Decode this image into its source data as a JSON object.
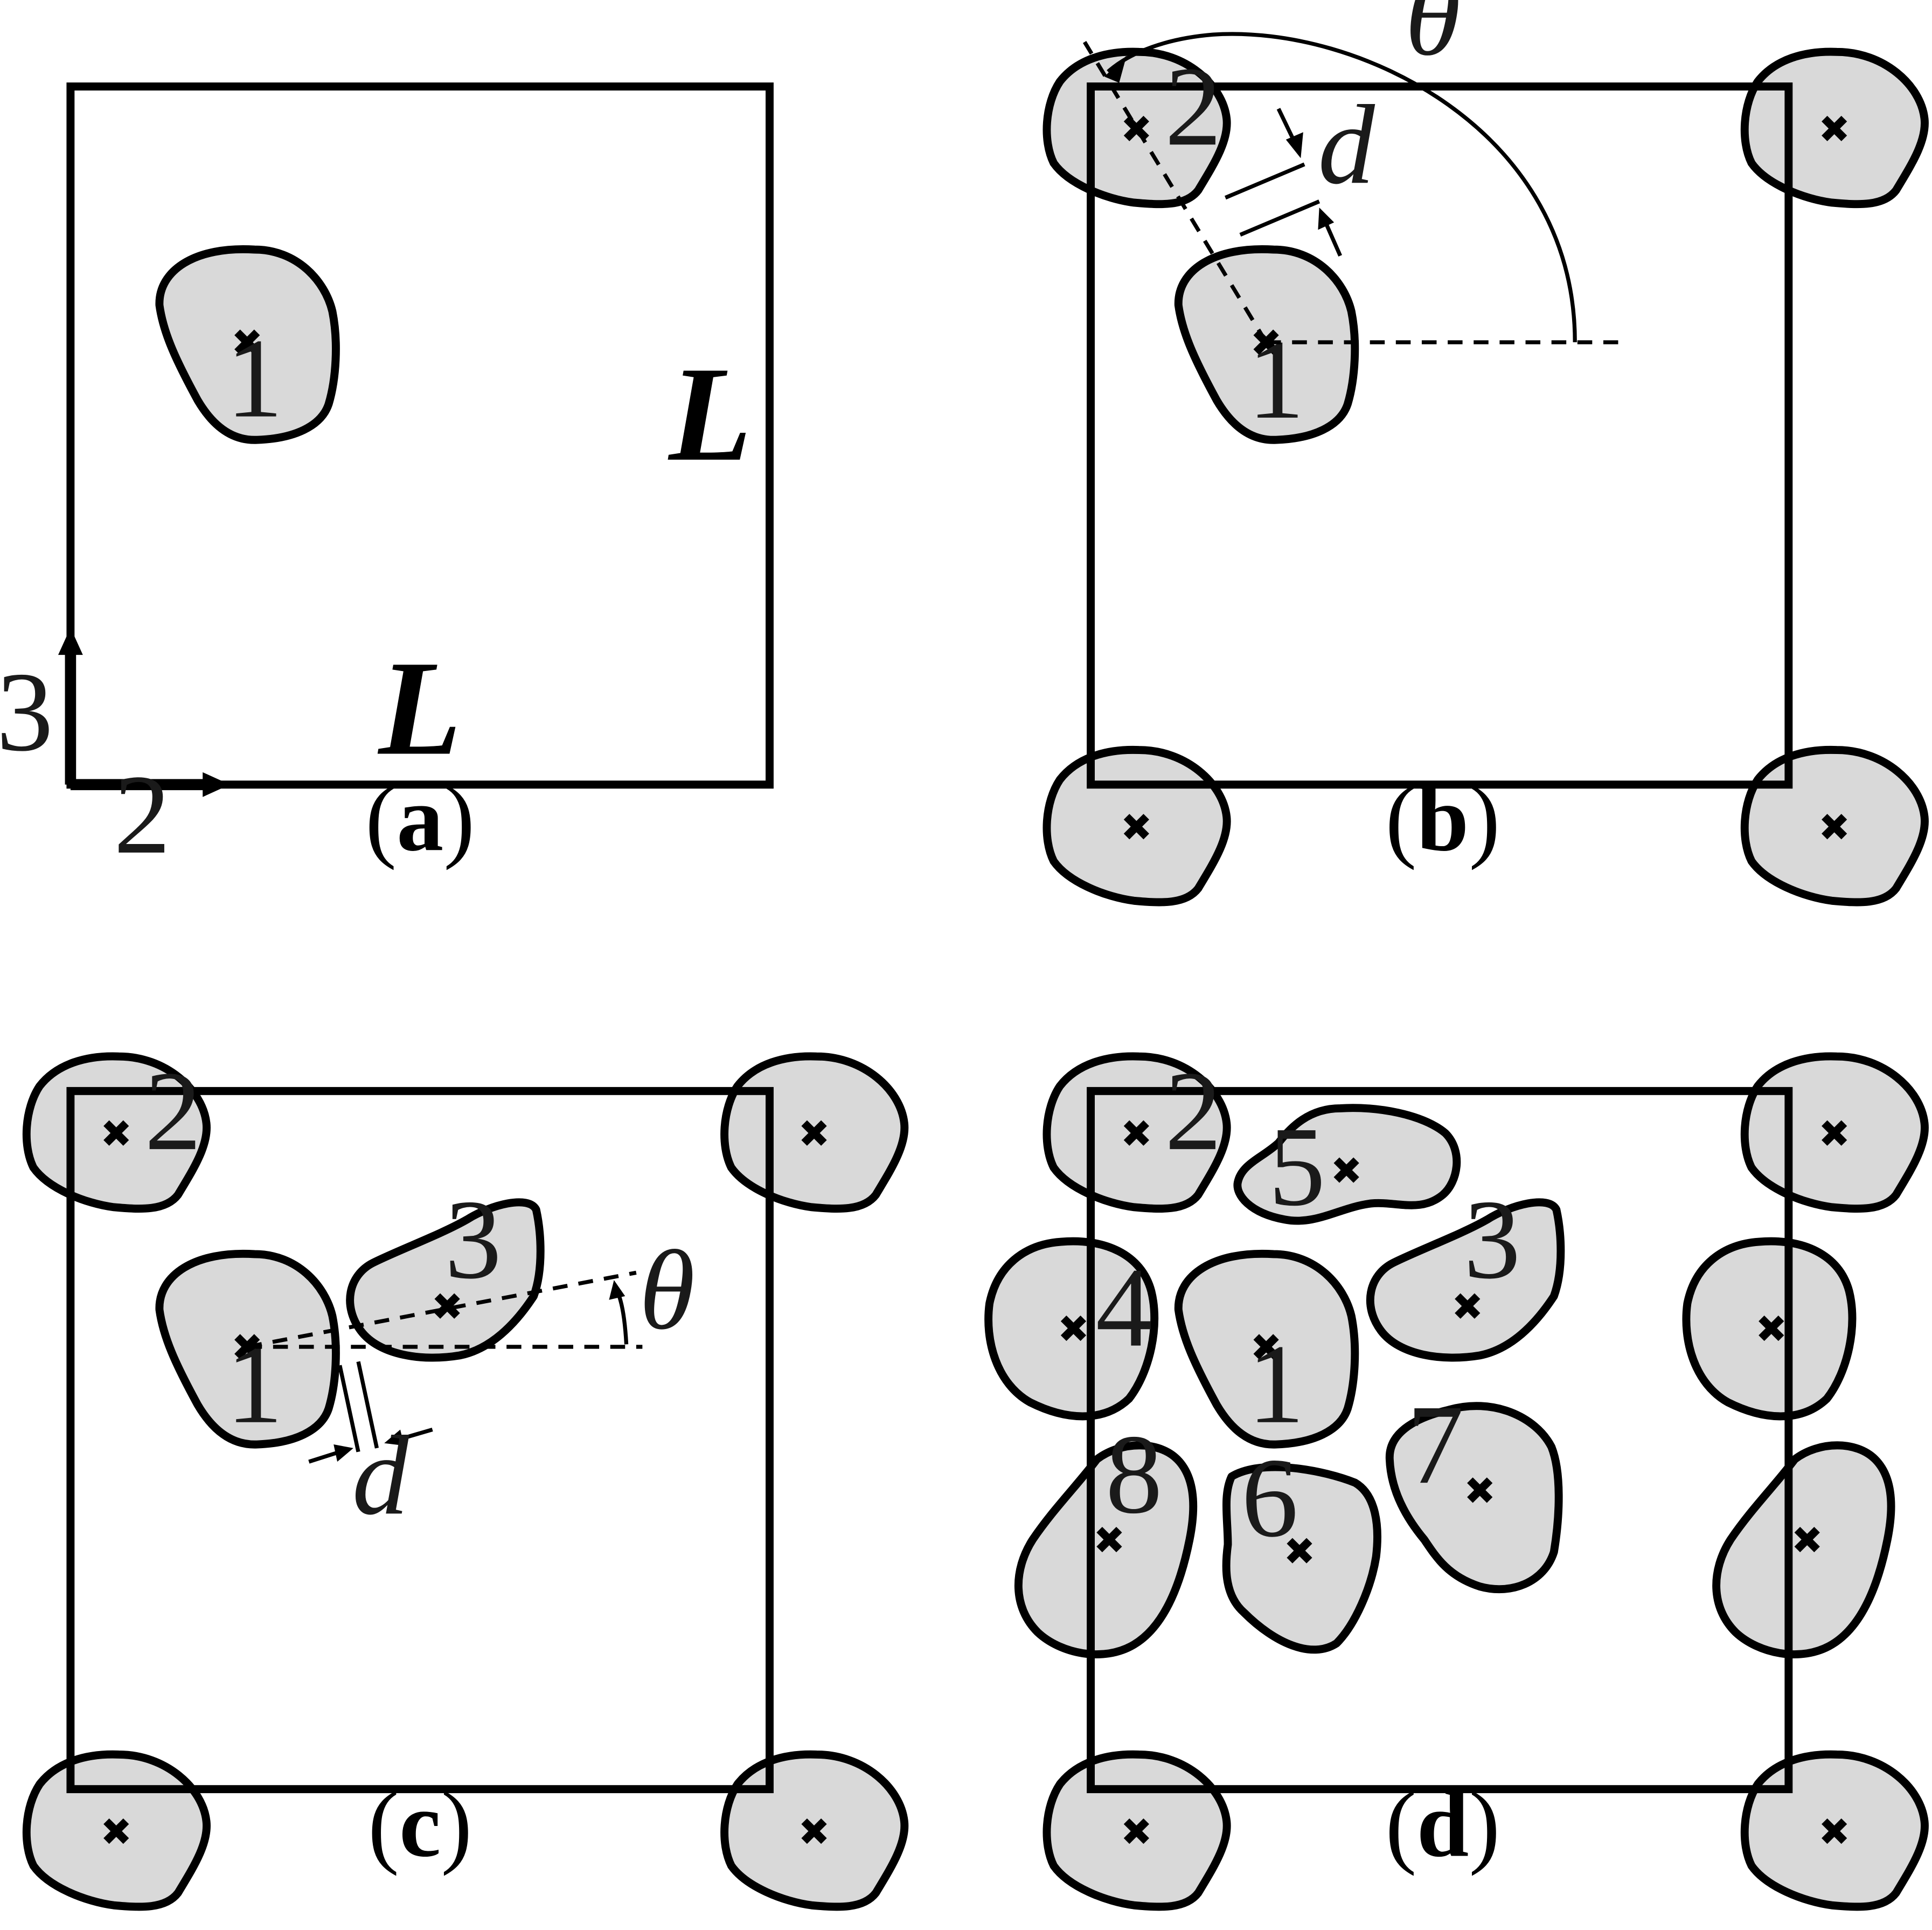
{
  "panels": [
    {
      "id": "a",
      "caption_letter": "a"
    },
    {
      "id": "b",
      "caption_letter": "b"
    },
    {
      "id": "c",
      "caption_letter": "c"
    },
    {
      "id": "d",
      "caption_letter": "d"
    }
  ],
  "caption_open": "(",
  "caption_close": ")",
  "side_length_label": "L",
  "axes": {
    "horizontal": "2",
    "vertical": "3"
  },
  "symbols": {
    "distance": "d",
    "angle": "θ"
  },
  "particle_labels": {
    "p1": "1",
    "p2": "2",
    "p3": "3",
    "p4": "4",
    "p5": "5",
    "p6": "6",
    "p7": "7",
    "p8": "8"
  },
  "colors": {
    "particle_fill": "#d9d9d9",
    "outline": "#000000"
  }
}
